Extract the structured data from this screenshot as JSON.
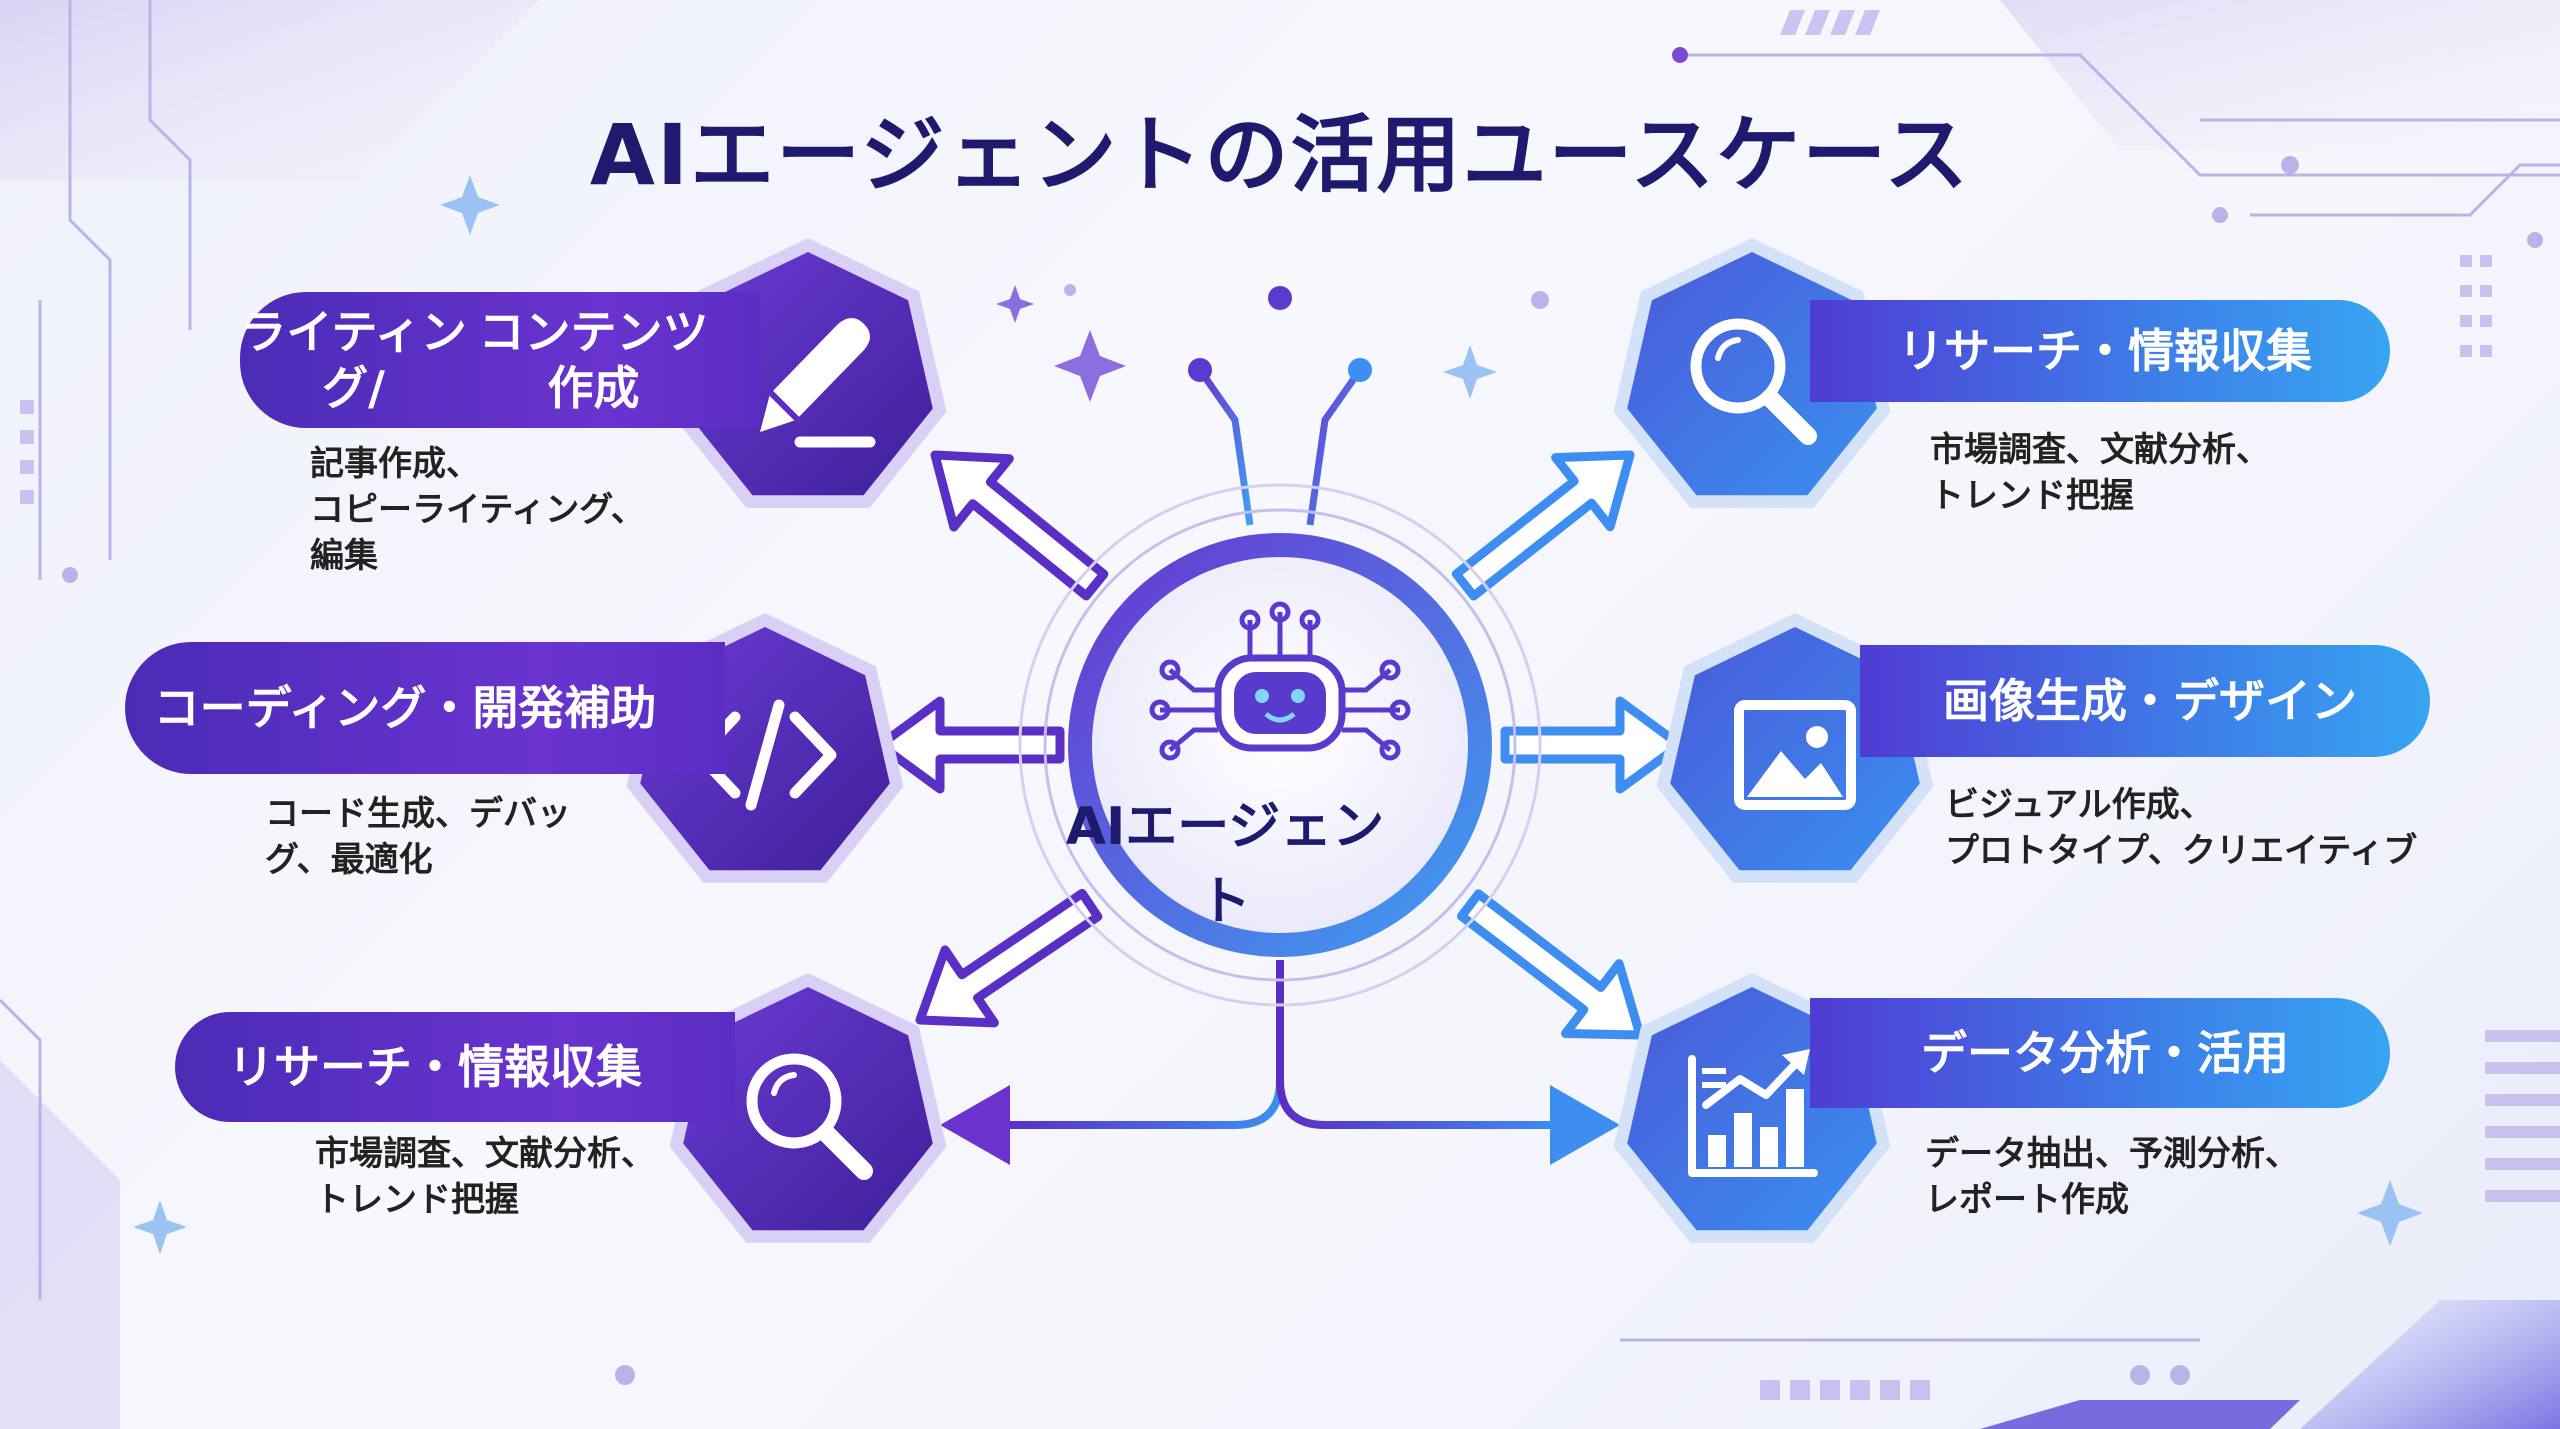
{
  "title": "AIエージェントの活用ユースケース",
  "center": {
    "label": "AIエージェント",
    "icon": "robot-icon"
  },
  "use_cases": [
    {
      "side": "left",
      "icon": "pen-icon",
      "title_lines": [
        "ライティング/",
        "コンテンツ作成"
      ],
      "desc_lines": [
        "記事作成、",
        "コピーライティング、",
        "編集"
      ]
    },
    {
      "side": "left",
      "icon": "code-icon",
      "title_lines": [
        "コーディング・開発",
        "補助"
      ],
      "desc_lines": [
        "コード生成、デバッ",
        "グ、最適化"
      ]
    },
    {
      "side": "left",
      "icon": "search-icon",
      "title_lines": [
        "リサーチ・情報収集"
      ],
      "desc_lines": [
        "市場調査、文献分析、",
        "トレンド把握"
      ]
    },
    {
      "side": "right",
      "icon": "search-icon",
      "title_lines": [
        "リサーチ・情報収集"
      ],
      "desc_lines": [
        "市場調査、文献分析、",
        "トレンド把握"
      ]
    },
    {
      "side": "right",
      "icon": "image-icon",
      "title_lines": [
        "画像生成・デザイン"
      ],
      "desc_lines": [
        "ビジュアル作成、",
        "プロトタイプ、クリエイティブ"
      ]
    },
    {
      "side": "right",
      "icon": "bar-chart-icon",
      "title_lines": [
        "データ分析・活用"
      ],
      "desc_lines": [
        "データ抽出、予測分析、",
        "レポート作成"
      ]
    }
  ],
  "colors": {
    "title": "#1f1a6e",
    "purple": "#5b2dc4",
    "blue": "#3d8ef0"
  }
}
